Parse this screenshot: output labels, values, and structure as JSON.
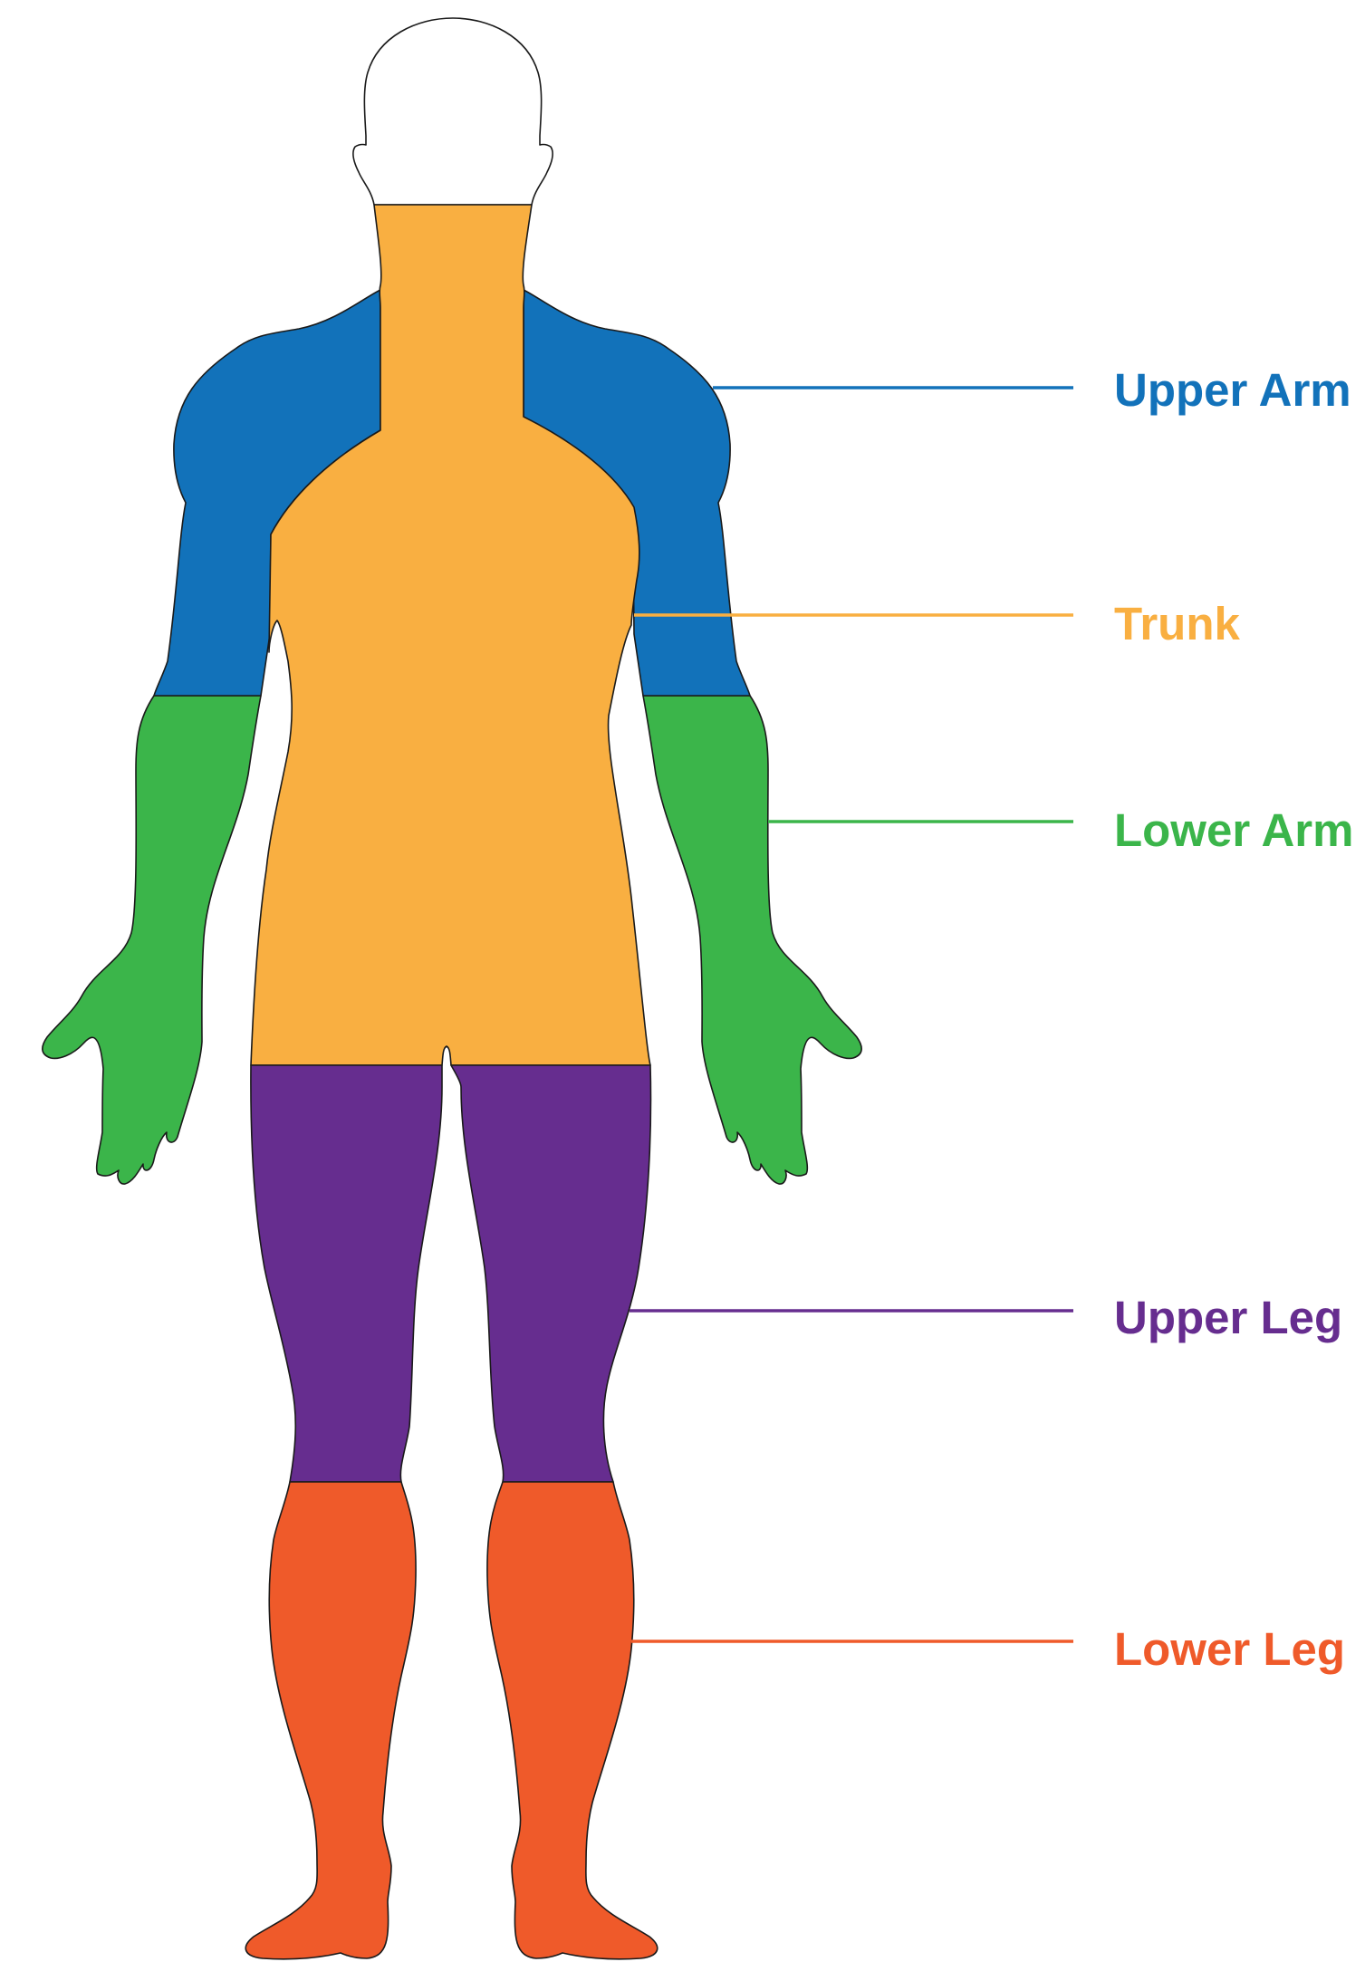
{
  "diagram": {
    "regions": [
      {
        "id": "upper-arm",
        "label": "Upper Arm",
        "color": "#1272BA"
      },
      {
        "id": "trunk",
        "label": "Trunk",
        "color": "#F9AF41"
      },
      {
        "id": "lower-arm",
        "label": "Lower Arm",
        "color": "#3BB54A"
      },
      {
        "id": "upper-leg",
        "label": "Upper Leg",
        "color": "#662D8F"
      },
      {
        "id": "lower-leg",
        "label": "Lower Leg",
        "color": "#EF5A2A"
      }
    ],
    "head_color": "#FFFFFF",
    "outline_color": "#1a1a1a"
  }
}
